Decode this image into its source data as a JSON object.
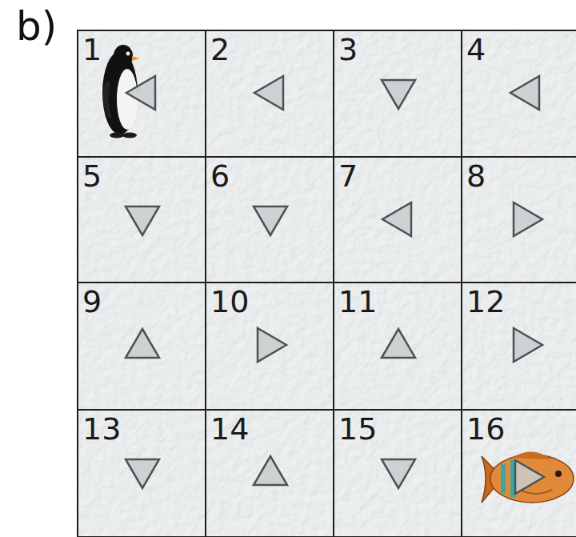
{
  "diagram": {
    "nodes": [
      {
        "text": [
          "1"
        ]
      },
      {
        "text": [
          "2"
        ]
      },
      {
        "text": [
          "3"
        ]
      },
      {
        "text": [
          "4"
        ]
      },
      {
        "text": [
          "5"
        ]
      },
      {
        "text": [
          "6"
        ]
      },
      {
        "text": [
          "7"
        ]
      },
      {
        "text": [
          "8"
        ]
      },
      {
        "text": [
          "9"
        ]
      },
      {
        "text": [
          "10"
        ]
      },
      {
        "text": [
          "11"
        ]
      },
      {
        "text": [
          "12"
        ]
      },
      {
        "text": [
          "13"
        ]
      },
      {
        "text": [
          "14"
        ]
      },
      {
        "text": [
          "15"
        ]
      },
      {
        "text": [
          "16"
        ]
      }
    ],
    "labels": [
      "b)"
    ]
  }
}
